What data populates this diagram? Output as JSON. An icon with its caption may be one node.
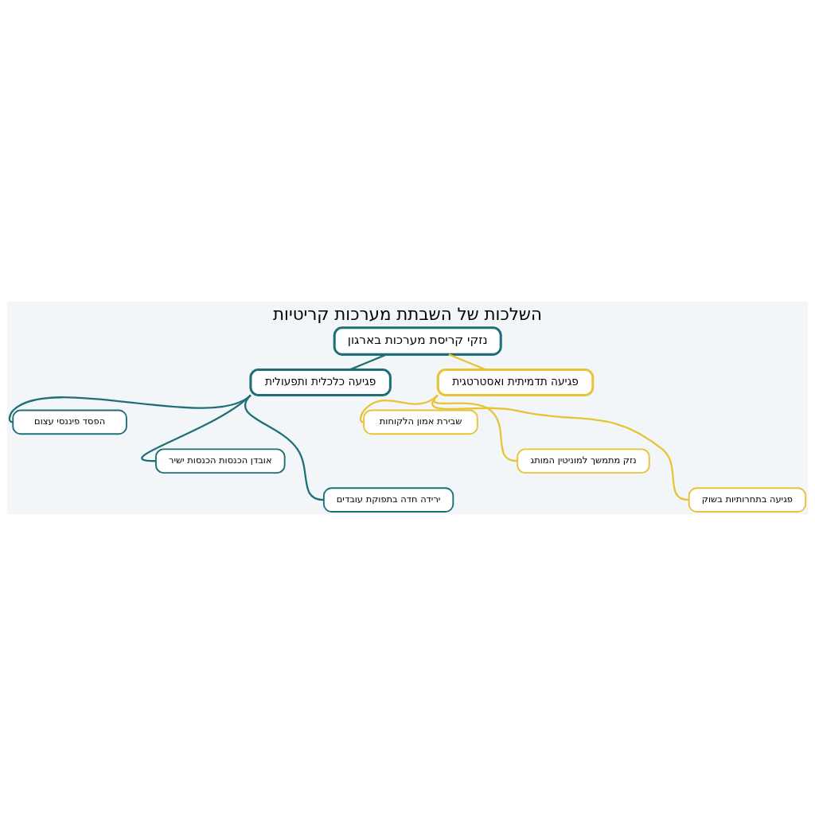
{
  "diagram": {
    "title": "השלכות של השבתת מערכות קריטיות",
    "nodes": [
      {
        "text": [
          "נזקי קריסת מערכות בארגון"
        ]
      },
      {
        "text": [
          "פגיעה תדמיתית ואסטרטגית"
        ]
      },
      {
        "text": [
          "שבירת אמון הלקוחות"
        ]
      },
      {
        "text": [
          "נזק מתמשך למוניטין המותג"
        ]
      },
      {
        "text": [
          "פגיעה בתחרותיות בשוק"
        ]
      },
      {
        "text": [
          "פגיעה כלכלית ותפעולית"
        ]
      },
      {
        "text": [
          "הפסד פיננסי עצום"
        ]
      },
      {
        "text": [
          "אובדן הכנסות הכנסות ישיר"
        ]
      },
      {
        "text": [
          "ירידה חדה בתפוקת עובדים"
        ]
      }
    ],
    "edges": [
      {
        "from": 0,
        "to": 1,
        "arrow": "none",
        "color": "#e8c336"
      },
      {
        "from": 1,
        "to": 2,
        "arrow": "none",
        "color": "#e8c336"
      },
      {
        "from": 1,
        "to": 3,
        "arrow": "none",
        "color": "#e8c336"
      },
      {
        "from": 1,
        "to": 4,
        "arrow": "none",
        "color": "#e8c336"
      },
      {
        "from": 0,
        "to": 5,
        "arrow": "none",
        "color": "#1f6f78"
      },
      {
        "from": 5,
        "to": 6,
        "arrow": "none",
        "color": "#1f6f78"
      },
      {
        "from": 5,
        "to": 7,
        "arrow": "none",
        "color": "#1f6f78"
      },
      {
        "from": 5,
        "to": 8,
        "arrow": "none",
        "color": "#1f6f78"
      }
    ]
  }
}
